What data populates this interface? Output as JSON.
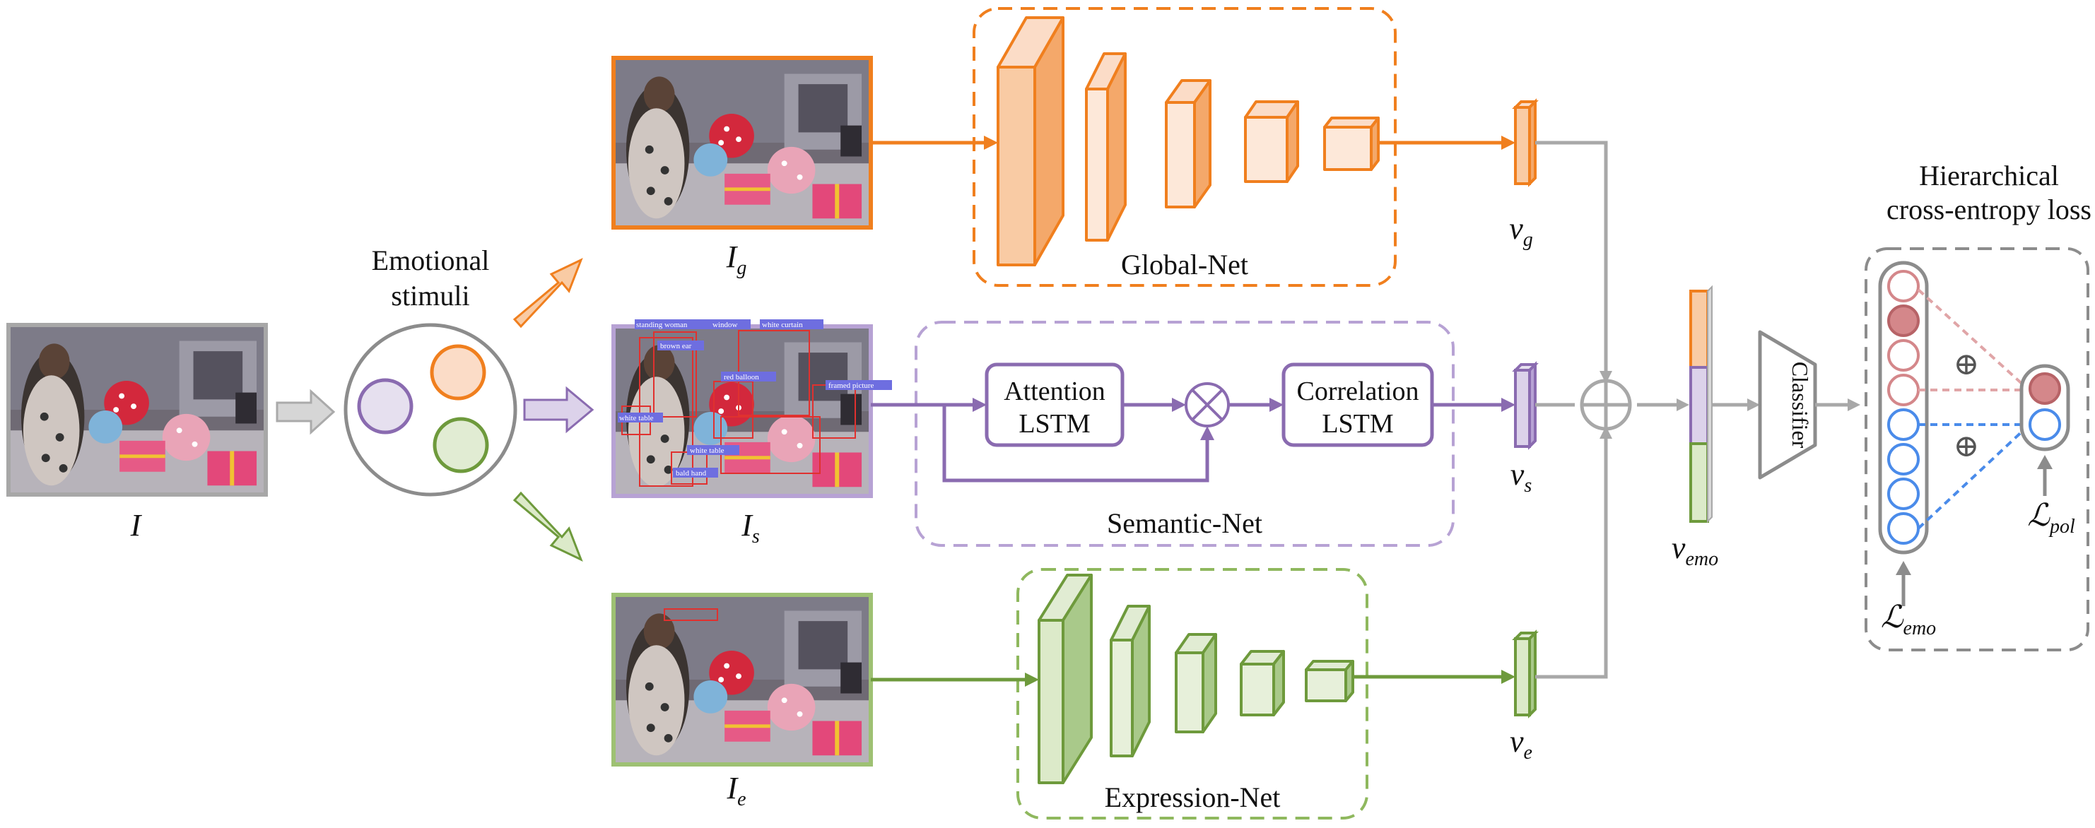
{
  "labels": {
    "input_image": "I",
    "stimuli_title_line1": "Emotional",
    "stimuli_title_line2": "stimuli",
    "global_image": "I",
    "global_image_sub": "g",
    "semantic_image": "I",
    "semantic_image_sub": "s",
    "expression_image": "I",
    "expression_image_sub": "e",
    "global_net": "Global-Net",
    "semantic_net": "Semantic-Net",
    "expression_net": "Expression-Net",
    "attention_lstm_line1": "Attention",
    "attention_lstm_line2": "LSTM",
    "correlation_lstm_line1": "Correlation",
    "correlation_lstm_line2": "LSTM",
    "vg": "v",
    "vg_sub": "g",
    "vs": "v",
    "vs_sub": "s",
    "ve": "v",
    "ve_sub": "e",
    "vemo": "v",
    "vemo_sub": "emo",
    "classifier": "Classifier",
    "loss_title_line1": "Hierarchical",
    "loss_title_line2": "cross-entropy loss",
    "l_emo": "ℒ",
    "l_emo_sub": "emo",
    "l_pol": "ℒ",
    "l_pol_sub": "pol",
    "oplus": "⊕"
  },
  "detections": [
    "standing woman",
    "window",
    "white curtain",
    "brown ear",
    "red balloon",
    "framed picture",
    "white table",
    "white table",
    "bald hand"
  ],
  "colors": {
    "global": "#F07F1E",
    "global_fill": "#F9CBA4",
    "semantic": "#8A6BB0",
    "semantic_fill": "#DCD2EA",
    "expression": "#6E9A3C",
    "expression_fill": "#DCEAC9",
    "gray": "#A8A8A8",
    "dark_gray": "#8C8C8C",
    "red_node": "#D4878A",
    "blue_node": "#4A8BEA"
  },
  "icons": [
    "plus-circle-icon",
    "multiply-circle-icon",
    "arrow-icon"
  ]
}
